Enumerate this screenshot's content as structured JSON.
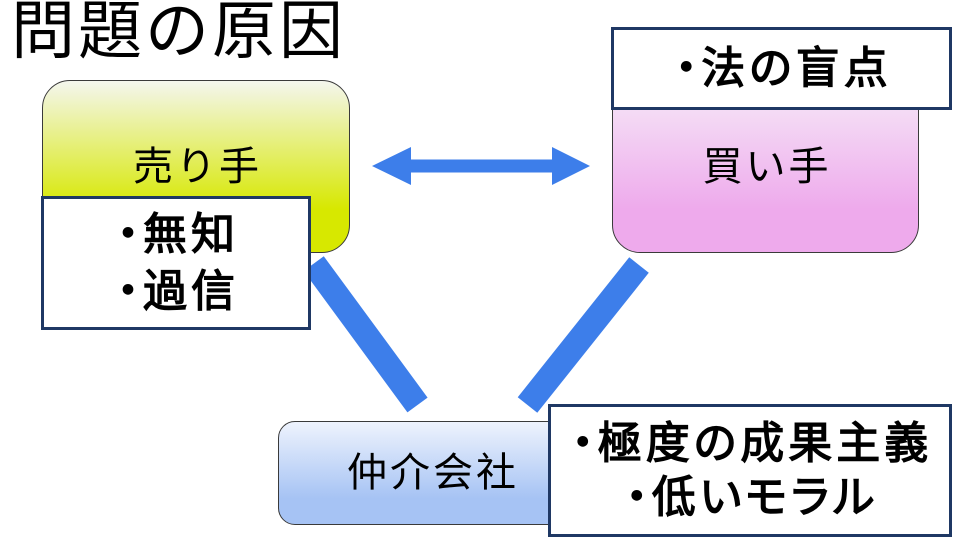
{
  "slide": {
    "title": "問題の原因"
  },
  "nodes": {
    "seller": {
      "label": "売り手",
      "issues": [
        "・無知",
        "・過信"
      ]
    },
    "buyer": {
      "label": "買い手",
      "issues": [
        "・法の盲点"
      ]
    },
    "broker": {
      "label": "仲介会社",
      "issues": [
        "・極度の成果主義",
        "・低いモラル"
      ]
    }
  },
  "connectors": [
    {
      "from": "seller",
      "to": "buyer",
      "style": "double-arrow"
    },
    {
      "from": "seller",
      "to": "broker",
      "style": "line"
    },
    {
      "from": "buyer",
      "to": "broker",
      "style": "line"
    }
  ],
  "colors": {
    "background": "#ffffff",
    "text": "#000000",
    "connector": "#3d7eea",
    "node_border": "#3a3a3a",
    "issue_box_fill": "#ffffff",
    "issue_box_border": "#1f3864",
    "seller_fill": {
      "top": "#f4f6ee",
      "bottom": "#d7e800"
    },
    "buyer_fill": {
      "top": "#f6eaf8",
      "bottom": "#eeaaec"
    },
    "broker_fill": {
      "top": "#eef3fd",
      "bottom": "#a6c3f4"
    }
  }
}
